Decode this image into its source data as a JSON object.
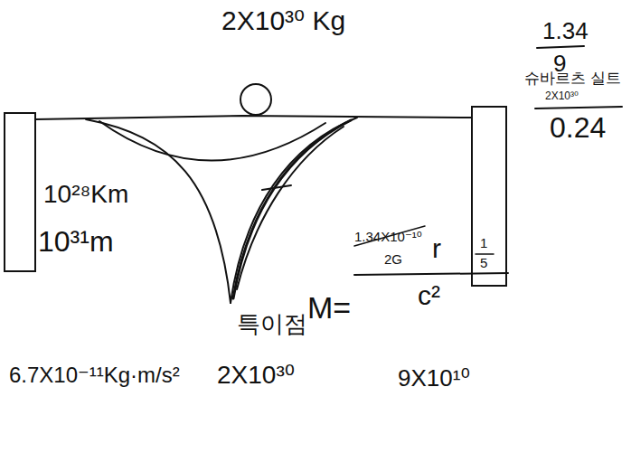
{
  "diagram": {
    "labels": [
      "2X10³⁰ Kg",
      "1.34",
      "9",
      "슈바르츠 실트",
      "2X10³⁰",
      "0.24",
      "10²⁸Km",
      "10³¹m",
      "특이점",
      "M=",
      "1.34X10⁻¹⁰",
      "2G",
      "r",
      "1",
      "5",
      "c²",
      "6.7X10⁻¹¹Kg·m/s²",
      "2X10³⁰",
      "9X10¹⁰"
    ]
  }
}
